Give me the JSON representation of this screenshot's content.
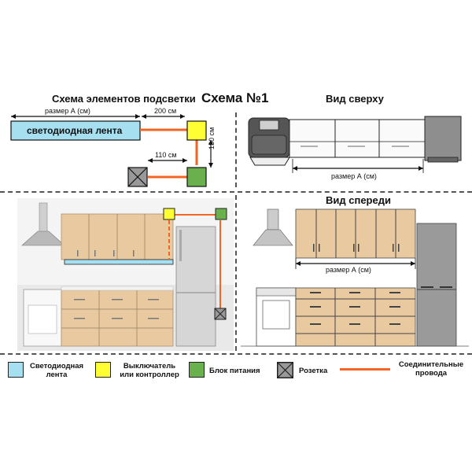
{
  "header": {
    "scheme_elements_title": "Схема элементов подсветки",
    "scheme_number_title": "Схема №1",
    "top_view_title": "Вид сверху",
    "front_view_title": "Вид спереди"
  },
  "scheme": {
    "size_a_label": "размер А (см)",
    "led_strip_label": "светодиодная лента",
    "dim_200": "200 см",
    "dim_110": "110 см",
    "dim_130": "130 см"
  },
  "top_view": {
    "size_a_label": "размер А (см)"
  },
  "front_view": {
    "size_a_label": "размер А (см)"
  },
  "legend": {
    "items": [
      {
        "label_line1": "Светодиодная",
        "label_line2": "лента",
        "icon": "led-strip-icon",
        "color": "#a6dff0"
      },
      {
        "label_line1": "Выключатель",
        "label_line2": "или контроллер",
        "icon": "switch-icon",
        "color": "#ffff33"
      },
      {
        "label_line1": "Блок питания",
        "label_line2": "",
        "icon": "power-supply-icon",
        "color": "#6ab04c"
      },
      {
        "label_line1": "Розетка",
        "label_line2": "",
        "icon": "socket-icon",
        "color": "#777777"
      },
      {
        "label_line1": "Соединительные",
        "label_line2": "провода",
        "icon": "wire-icon",
        "color": "#f26522"
      }
    ]
  },
  "colors": {
    "led": "#a6dff0",
    "switch": "#ffff33",
    "power": "#6ab04c",
    "wire": "#f26522",
    "wood": "#e8c9a0",
    "divider": "#555555"
  }
}
